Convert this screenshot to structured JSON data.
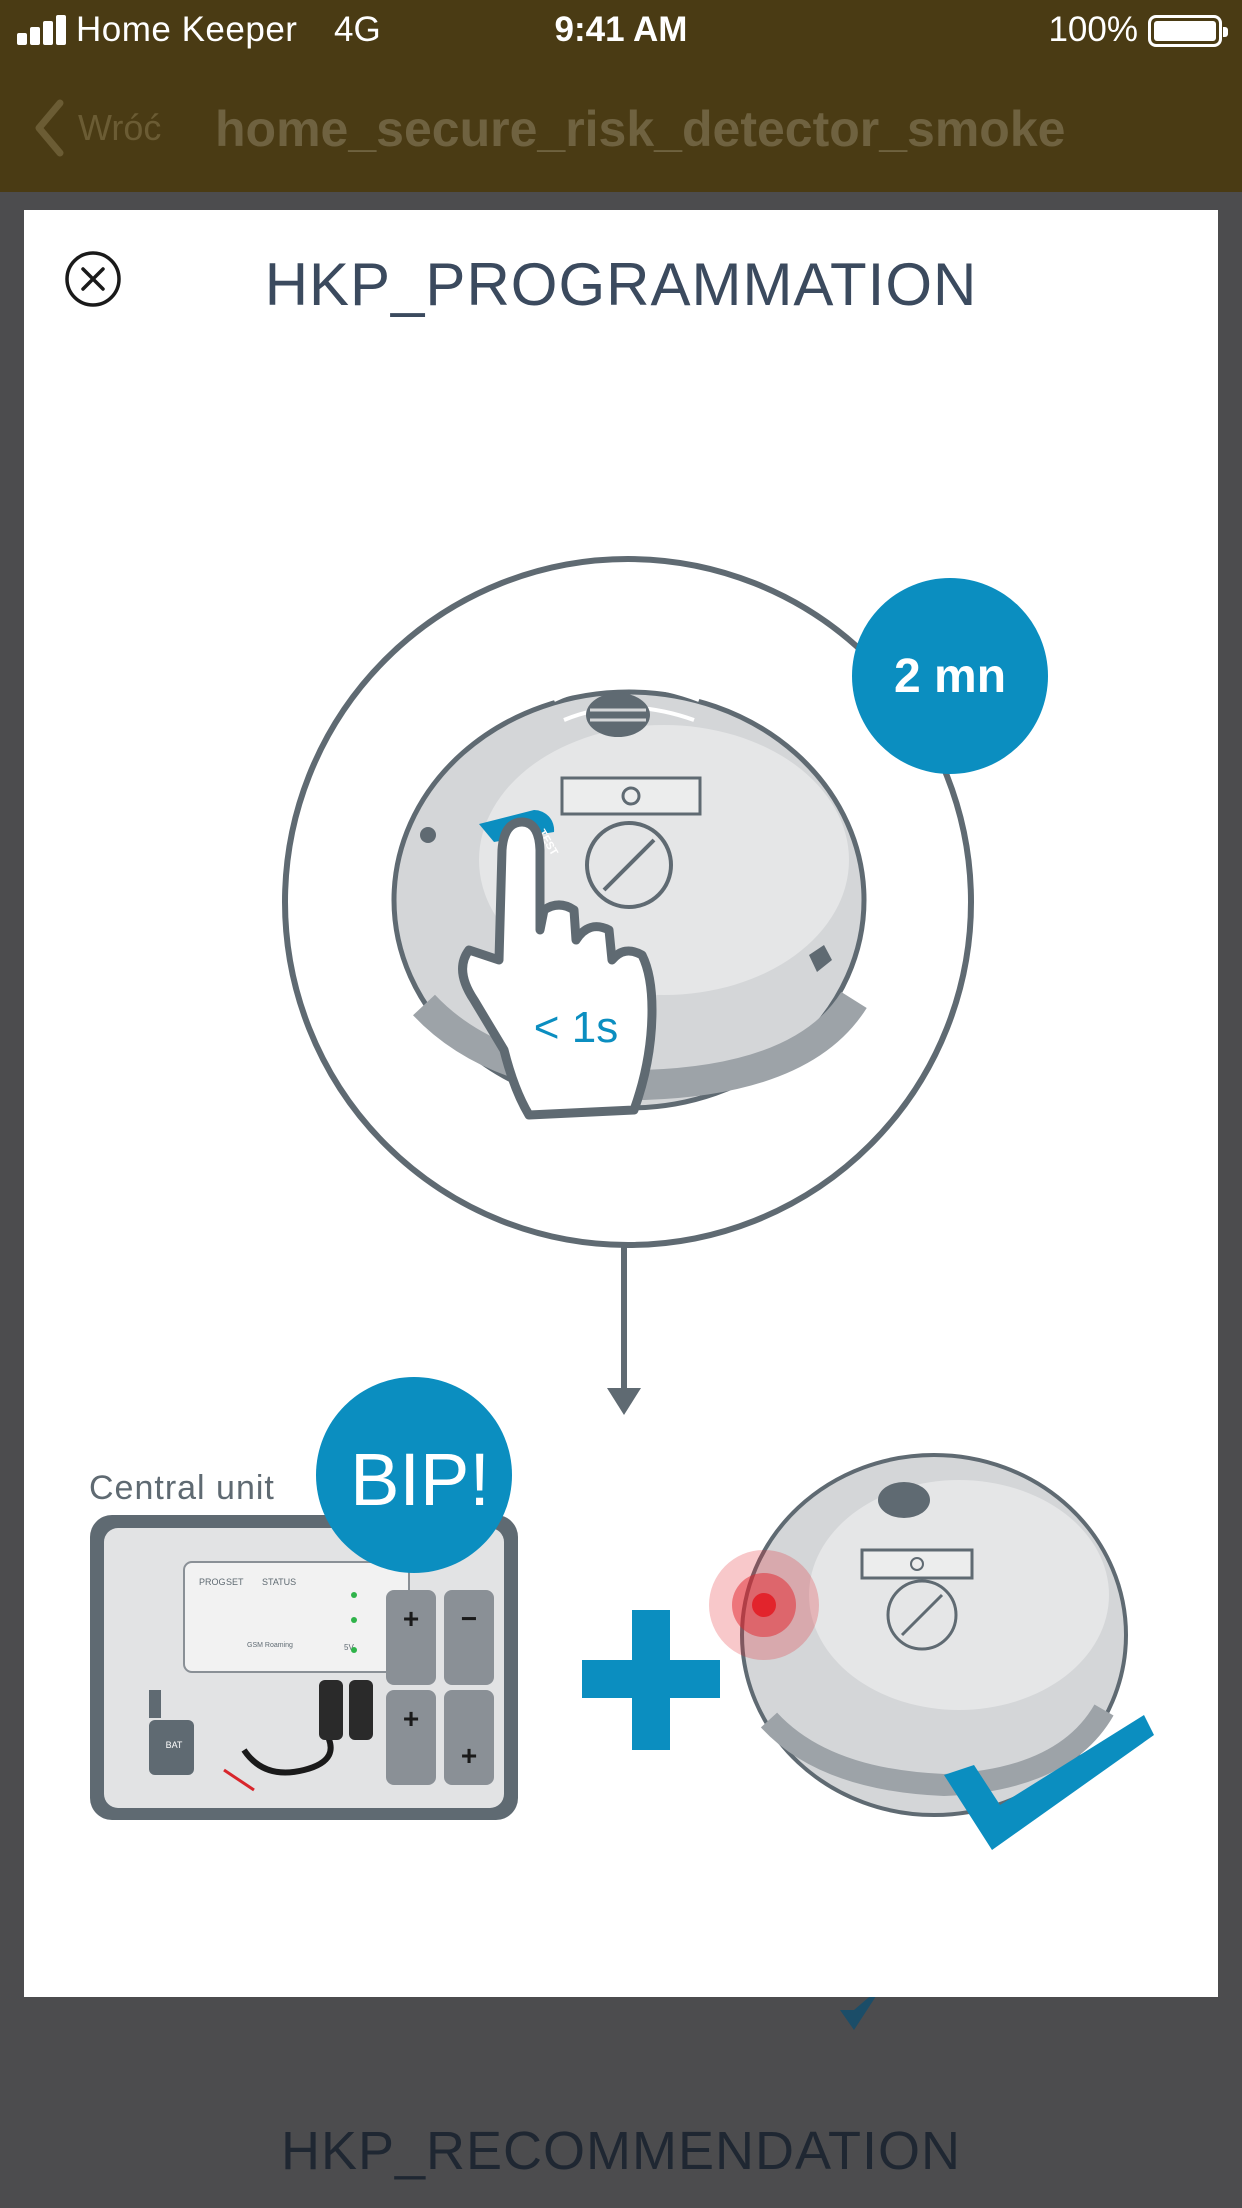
{
  "status_bar": {
    "carrier": "Home Keeper",
    "network": "4G",
    "time": "9:41 AM",
    "battery": "100%"
  },
  "nav": {
    "back_label": "Wróć",
    "title": "home_secure_risk_detector_smoke"
  },
  "modal": {
    "title": "HKP_PROGRAMMATION",
    "close_icon": "close-circle-icon",
    "illustration": {
      "duration_badge": "2 mn",
      "press_time": "< 1s",
      "test_label": "TEST",
      "central_unit_label": "Central unit",
      "beep_badge": "BIP!",
      "panel_labels": {
        "prog": "PROG",
        "set": "SET",
        "status": "STATUS",
        "gsm": "GSM Roaming",
        "bat": "BAT",
        "five_v": "5V"
      }
    }
  },
  "background": {
    "section_title": "HKP_RECOMMENDATION"
  },
  "colors": {
    "accent_blue": "#0b8ec0",
    "nav_bg": "#4a3b14",
    "title_text": "#3b4a5e",
    "overlay_bg": "#4c4c4e"
  }
}
